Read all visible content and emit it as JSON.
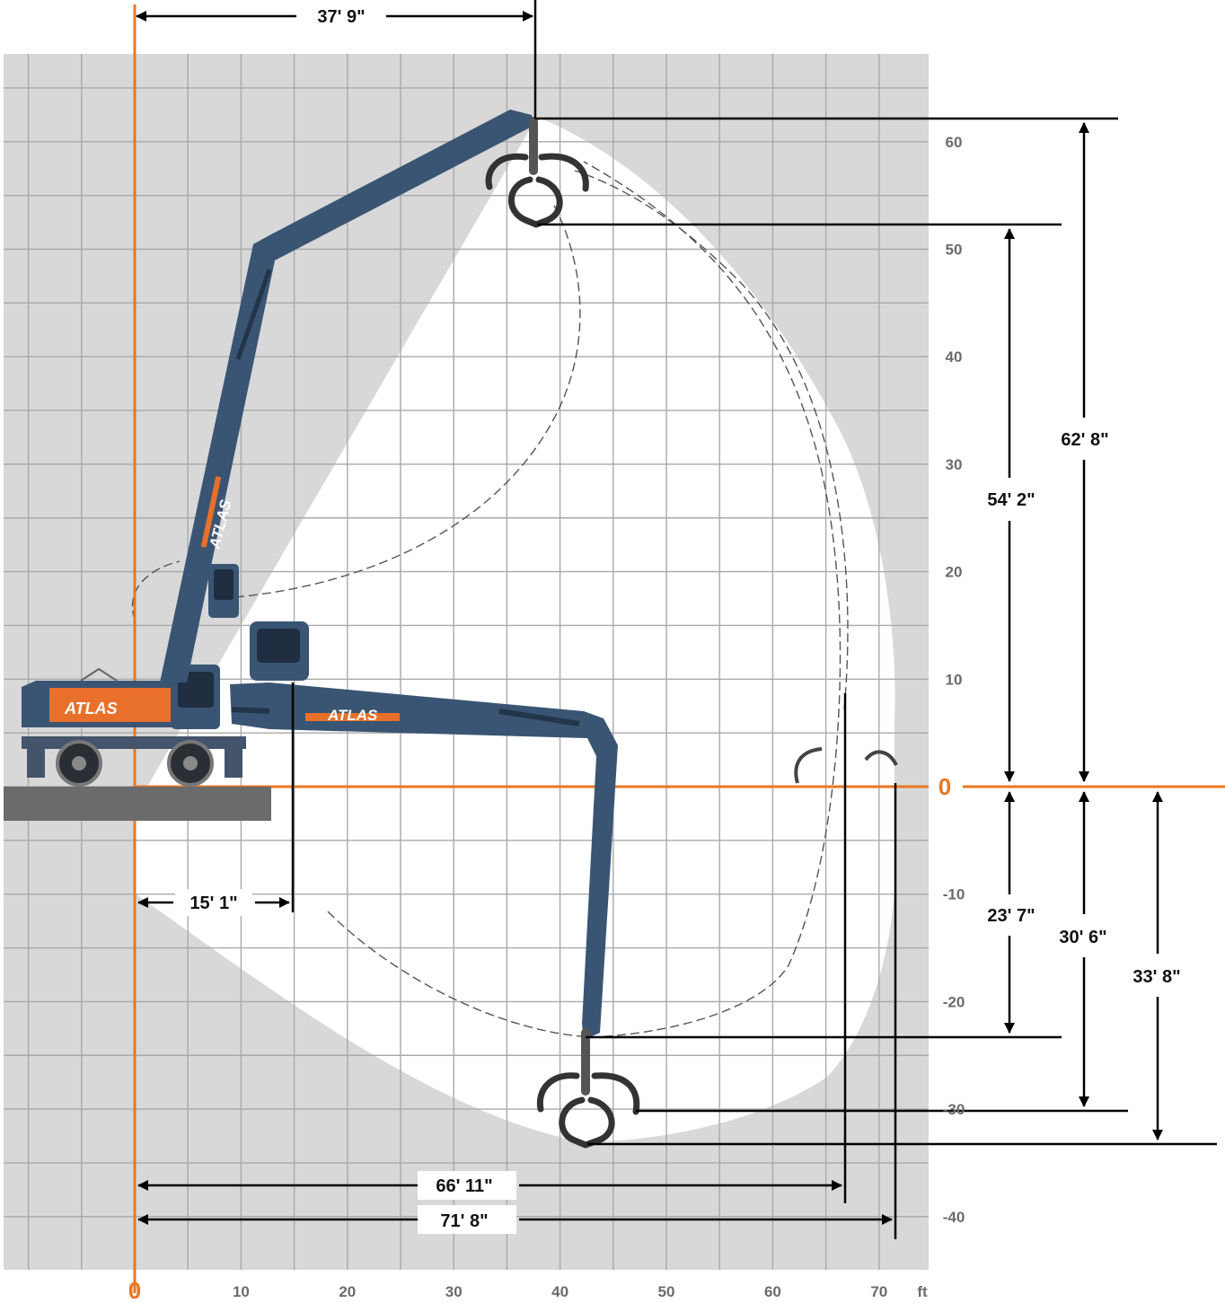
{
  "axes": {
    "x_ticks": [
      "10",
      "20",
      "30",
      "40",
      "50",
      "60",
      "70"
    ],
    "x_origin": "0",
    "x_unit": "ft",
    "y_ticks": [
      "60",
      "50",
      "40",
      "30",
      "20",
      "10",
      "-10",
      "-20",
      "-30",
      "-40"
    ],
    "y_origin": "0"
  },
  "dimensions": {
    "top_reach": "37' 9\"",
    "cab_offset": "15' 1\"",
    "reach_ground": "66' 11\"",
    "max_reach": "71' 8\"",
    "height_grapple": "54' 2\"",
    "height_max": "62' 8\"",
    "depth_grapple": "23' 7\"",
    "depth_open": "30' 6\"",
    "depth_max": "33' 8\""
  },
  "machine": {
    "brand_body": "ATLAS",
    "brand_boom": "ATLAS",
    "brand_stick": "ATLAS"
  },
  "colors": {
    "grid_background": "#d8d8d8",
    "envelope": "#ffffff",
    "axis_orange": "#e87722",
    "machine_blue": "#3a5573",
    "machine_orange": "#e8702a",
    "ground": "#6b6b6b",
    "dimension_line": "#000000"
  }
}
